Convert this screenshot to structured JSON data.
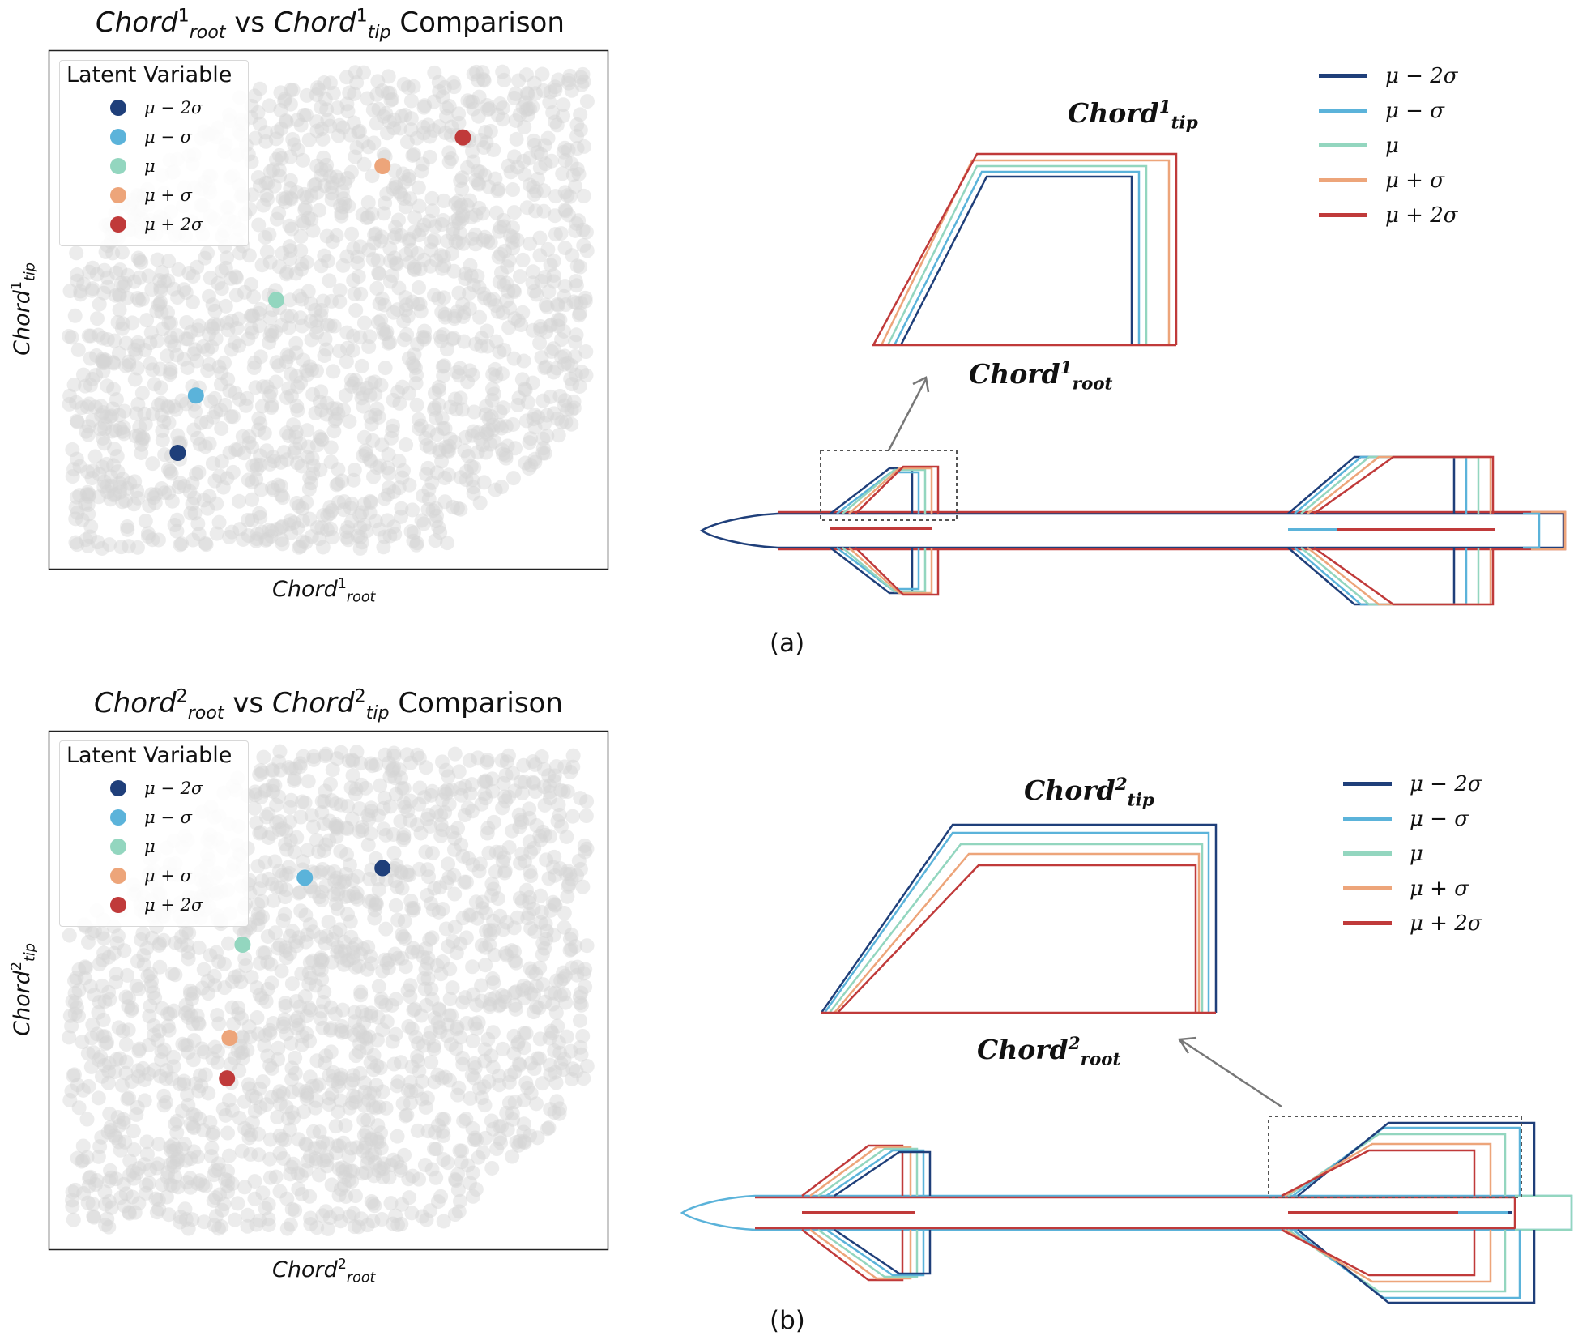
{
  "colors": {
    "mu_minus_2sigma": "#1f3f7a",
    "mu_minus_sigma": "#5bb3da",
    "mu": "#93d6bf",
    "mu_plus_sigma": "#eda57a",
    "mu_plus_2sigma": "#c03a3a",
    "background_points": "#d4d4d4"
  },
  "panels": [
    {
      "label": "(a)",
      "title": {
        "sym1": "Chord",
        "sup1": "1",
        "sub1": "root",
        "mid": "vs",
        "sym2": "Chord",
        "sup2": "1",
        "sub2": "tip",
        "end": "Comparison"
      },
      "xlabel": {
        "sym": "Chord",
        "sup": "1",
        "sub": "root"
      },
      "ylabel": {
        "sym": "Chord",
        "sup": "1",
        "sub": "tip"
      },
      "legend_title": "Latent Variable",
      "legend_items": [
        "μ − 2σ",
        "μ − σ",
        "μ",
        "μ + σ",
        "μ + 2σ"
      ],
      "diagram_tip_label": {
        "sym": "Chord",
        "sup": "1",
        "sub": "tip"
      },
      "diagram_root_label": {
        "sym": "Chord",
        "sup": "1",
        "sub": "root"
      },
      "diagram_legend": [
        "μ − 2σ",
        "μ − σ",
        "μ",
        "μ + σ",
        "μ + 2σ"
      ]
    },
    {
      "label": "(b)",
      "title": {
        "sym1": "Chord",
        "sup1": "2",
        "sub1": "root",
        "mid": "vs",
        "sym2": "Chord",
        "sup2": "2",
        "sub2": "tip",
        "end": "Comparison"
      },
      "xlabel": {
        "sym": "Chord",
        "sup": "2",
        "sub": "root"
      },
      "ylabel": {
        "sym": "Chord",
        "sup": "2",
        "sub": "tip"
      },
      "legend_title": "Latent Variable",
      "legend_items": [
        "μ − 2σ",
        "μ − σ",
        "μ",
        "μ + σ",
        "μ + 2σ"
      ],
      "diagram_tip_label": {
        "sym": "Chord",
        "sup": "2",
        "sub": "tip"
      },
      "diagram_root_label": {
        "sym": "Chord",
        "sup": "2",
        "sub": "root"
      },
      "diagram_legend": [
        "μ − 2σ",
        "μ − σ",
        "μ",
        "μ + σ",
        "μ + 2σ"
      ]
    }
  ],
  "chart_data": [
    {
      "type": "scatter",
      "xlim": [
        0,
        1
      ],
      "ylim": [
        0,
        1
      ],
      "background_cloud": "grey samples of the latent space (no tick labels shown)",
      "series": [
        {
          "name": "μ − 2σ",
          "x": 0.21,
          "y": 0.2
        },
        {
          "name": "μ − σ",
          "x": 0.245,
          "y": 0.32
        },
        {
          "name": "μ",
          "x": 0.4,
          "y": 0.52
        },
        {
          "name": "μ + σ",
          "x": 0.605,
          "y": 0.8
        },
        {
          "name": "μ + 2σ",
          "x": 0.76,
          "y": 0.86
        }
      ]
    },
    {
      "type": "scatter",
      "xlim": [
        0,
        1
      ],
      "ylim": [
        0,
        1
      ],
      "background_cloud": "grey samples of the latent space (no tick labels shown)",
      "series": [
        {
          "name": "μ − 2σ",
          "x": 0.605,
          "y": 0.755
        },
        {
          "name": "μ − σ",
          "x": 0.455,
          "y": 0.735
        },
        {
          "name": "μ",
          "x": 0.335,
          "y": 0.595
        },
        {
          "name": "μ + σ",
          "x": 0.31,
          "y": 0.4
        },
        {
          "name": "μ + 2σ",
          "x": 0.305,
          "y": 0.315
        }
      ]
    }
  ]
}
